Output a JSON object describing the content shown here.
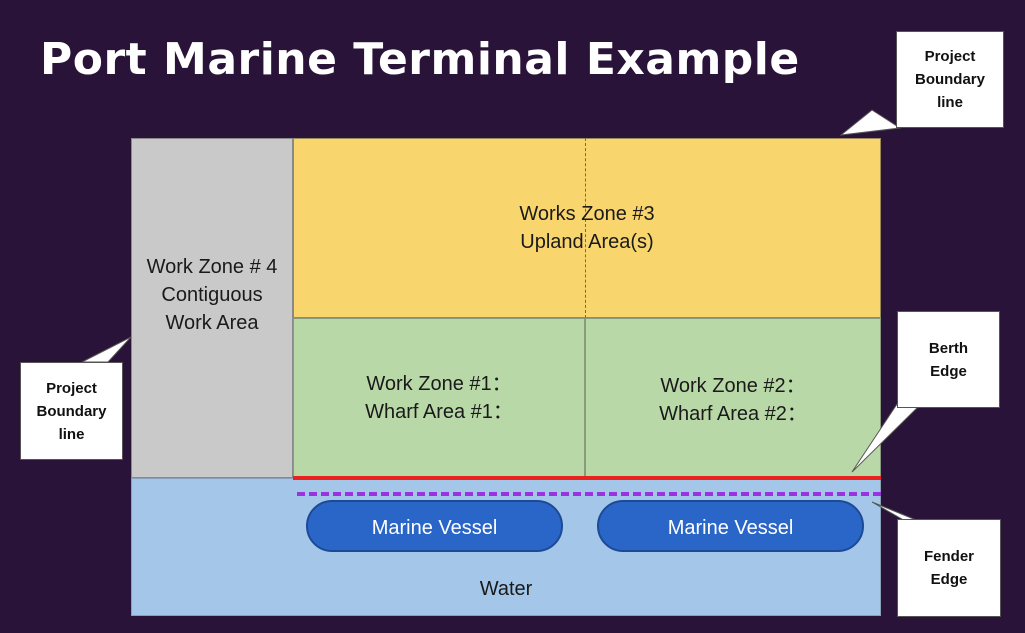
{
  "title": "Port Marine Terminal Example",
  "zones": {
    "zone4": [
      "Work Zone # 4",
      "Contiguous",
      "Work Area"
    ],
    "zone3": [
      "Works Zone #3",
      "Upland Area(s)"
    ],
    "zone1": [
      "Work Zone #1：",
      "Wharf Area #1："
    ],
    "zone2": [
      "Work Zone #2：",
      "Wharf Area #2："
    ],
    "water": "Water"
  },
  "vessels": [
    "Marine Vessel",
    "Marine Vessel"
  ],
  "callouts": {
    "project_boundary_top": [
      "Project",
      "Boundary",
      "line"
    ],
    "project_boundary_left": [
      "Project",
      "Boundary",
      "line"
    ],
    "berth_edge": [
      "Berth",
      "Edge"
    ],
    "fender_edge": [
      "Fender",
      "Edge"
    ]
  },
  "colors": {
    "background": "#2a1338",
    "upland": "#f9d56e",
    "wharf": "#b9d8a7",
    "contiguous": "#c9c9c9",
    "water": "#a4c7e9",
    "berth_edge": "#e8231e",
    "fender_edge": "#9b32e0",
    "vessel": "#2a66c8"
  }
}
